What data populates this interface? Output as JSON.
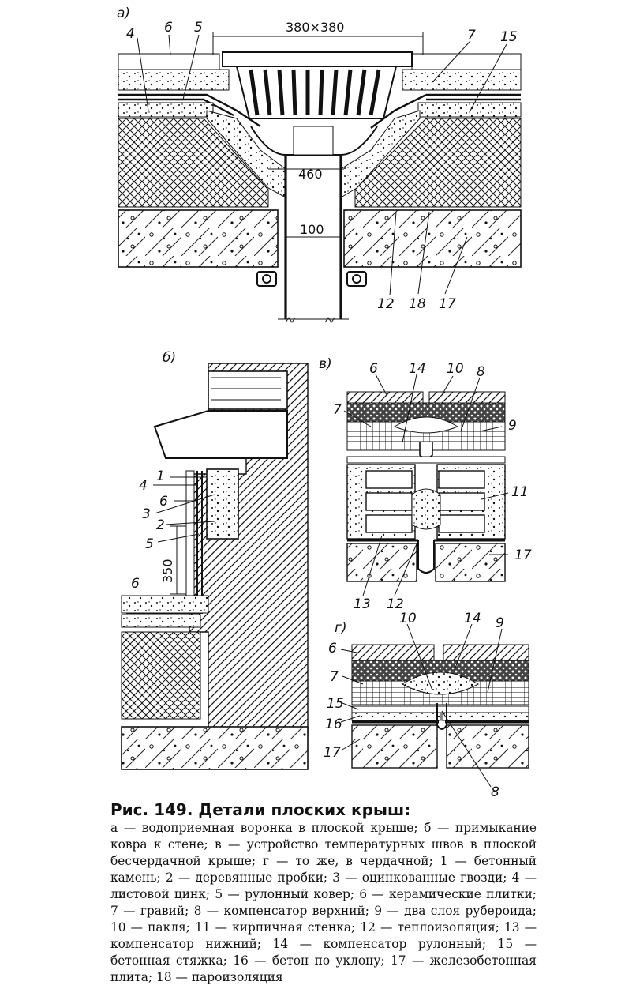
{
  "figure": {
    "title": "Рис. 149. Детали плоских крыш:",
    "legend_text": "а — водоприемная воронка в плоской крыше; б — примыкание ковра к стене; в — устройство температурных швов в плоской бесчердачной крыше; г — то же, в чердачной; 1 — бетонный камень; 2 — деревянные пробки; 3 — оцинкованные гвозди; 4 — листовой цинк; 5 — рулонный ковер; 6 — керамические плитки; 7 — гравий; 8 — компенсатор верхний; 9 — два слоя рубероида; 10 — пакля; 11 — кирпичная стенка; 12 — теплоизоляция; 13 — компенсатор нижний; 14 — компенсатор рулонный; 15 — бетонная стяжка; 16 — бетон по уклону; 17 — железобетонная плита; 18 — пароизоляция"
  },
  "panels": {
    "a": {
      "label": "а)",
      "dims": [
        "380×380",
        "460",
        "100"
      ],
      "callouts": [
        "4",
        "6",
        "5",
        "7",
        "15",
        "12",
        "18",
        "17"
      ]
    },
    "b": {
      "label": "б)",
      "dims": [
        "350"
      ],
      "callouts": [
        "1",
        "4",
        "6",
        "3",
        "2",
        "5",
        "6"
      ]
    },
    "v": {
      "label": "в)",
      "callouts": [
        "6",
        "14",
        "10",
        "8",
        "7",
        "9",
        "11",
        "17",
        "13",
        "12"
      ]
    },
    "g": {
      "label": "г)",
      "callouts": [
        "10",
        "14",
        "9",
        "6",
        "7",
        "15",
        "16",
        "17",
        "8"
      ]
    }
  }
}
